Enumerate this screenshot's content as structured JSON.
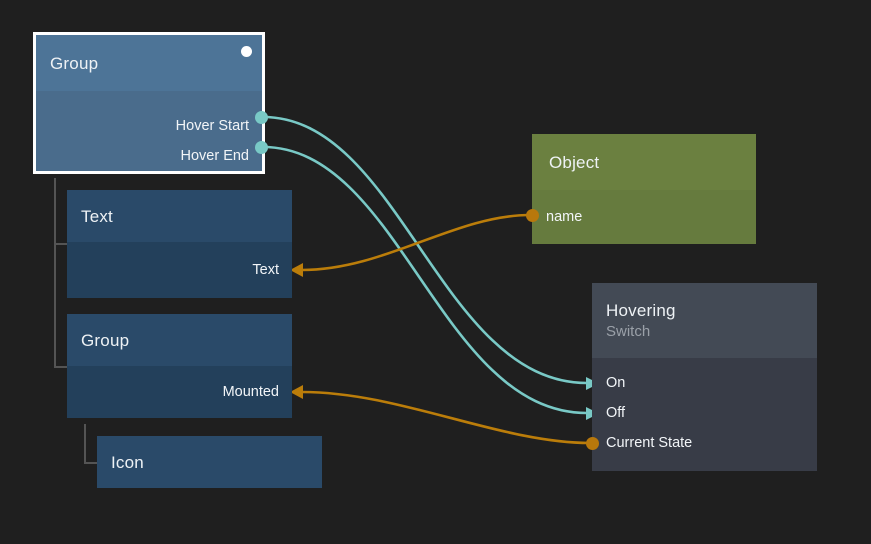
{
  "canvas": {
    "background": "#1f1f1f",
    "edge_colors": {
      "teal": "#79c9c6",
      "orange": "#bb7d0a"
    }
  },
  "nodes": [
    {
      "id": "group-root",
      "title": "Group",
      "subtitle": "",
      "selected": true,
      "accent": "#4d7497",
      "ports_out": [
        "Hover Start",
        "Hover End"
      ],
      "ports_in": []
    },
    {
      "id": "text",
      "title": "Text",
      "subtitle": "",
      "selected": false,
      "accent": "#2a4a69",
      "ports_out": [
        "Text"
      ],
      "ports_in": []
    },
    {
      "id": "group-child",
      "title": "Group",
      "subtitle": "",
      "selected": false,
      "accent": "#2a4a69",
      "ports_out": [
        "Mounted"
      ],
      "ports_in": []
    },
    {
      "id": "icon",
      "title": "Icon",
      "subtitle": "",
      "selected": false,
      "accent": "#2a4a69",
      "ports_out": [],
      "ports_in": []
    },
    {
      "id": "object",
      "title": "Object",
      "subtitle": "",
      "selected": false,
      "accent": "#6b8040",
      "ports_out": [],
      "ports_in": [
        "name"
      ]
    },
    {
      "id": "hovering",
      "title": "Hovering",
      "subtitle": "Switch",
      "selected": false,
      "accent": "#434a55",
      "ports_out": [],
      "ports_in": [
        "On",
        "Off",
        "Current State"
      ]
    }
  ],
  "labels": {
    "group_root_title": "Group",
    "group_root_port_hover_start": "Hover Start",
    "group_root_port_hover_end": "Hover End",
    "text_title": "Text",
    "text_port_text": "Text",
    "group_child_title": "Group",
    "group_child_port_mounted": "Mounted",
    "icon_title": "Icon",
    "object_title": "Object",
    "object_port_name": "name",
    "hovering_title": "Hovering",
    "hovering_subtitle": "Switch",
    "hovering_port_on": "On",
    "hovering_port_off": "Off",
    "hovering_port_current_state": "Current State"
  },
  "connections": [
    {
      "from": "Hover Start",
      "to": "On",
      "color": "#79c9c6"
    },
    {
      "from": "Hover End",
      "to": "Off",
      "color": "#79c9c6"
    },
    {
      "from": "name",
      "to": "Text",
      "color": "#bb7d0a"
    },
    {
      "from": "Current State",
      "to": "Mounted",
      "color": "#bb7d0a"
    }
  ]
}
